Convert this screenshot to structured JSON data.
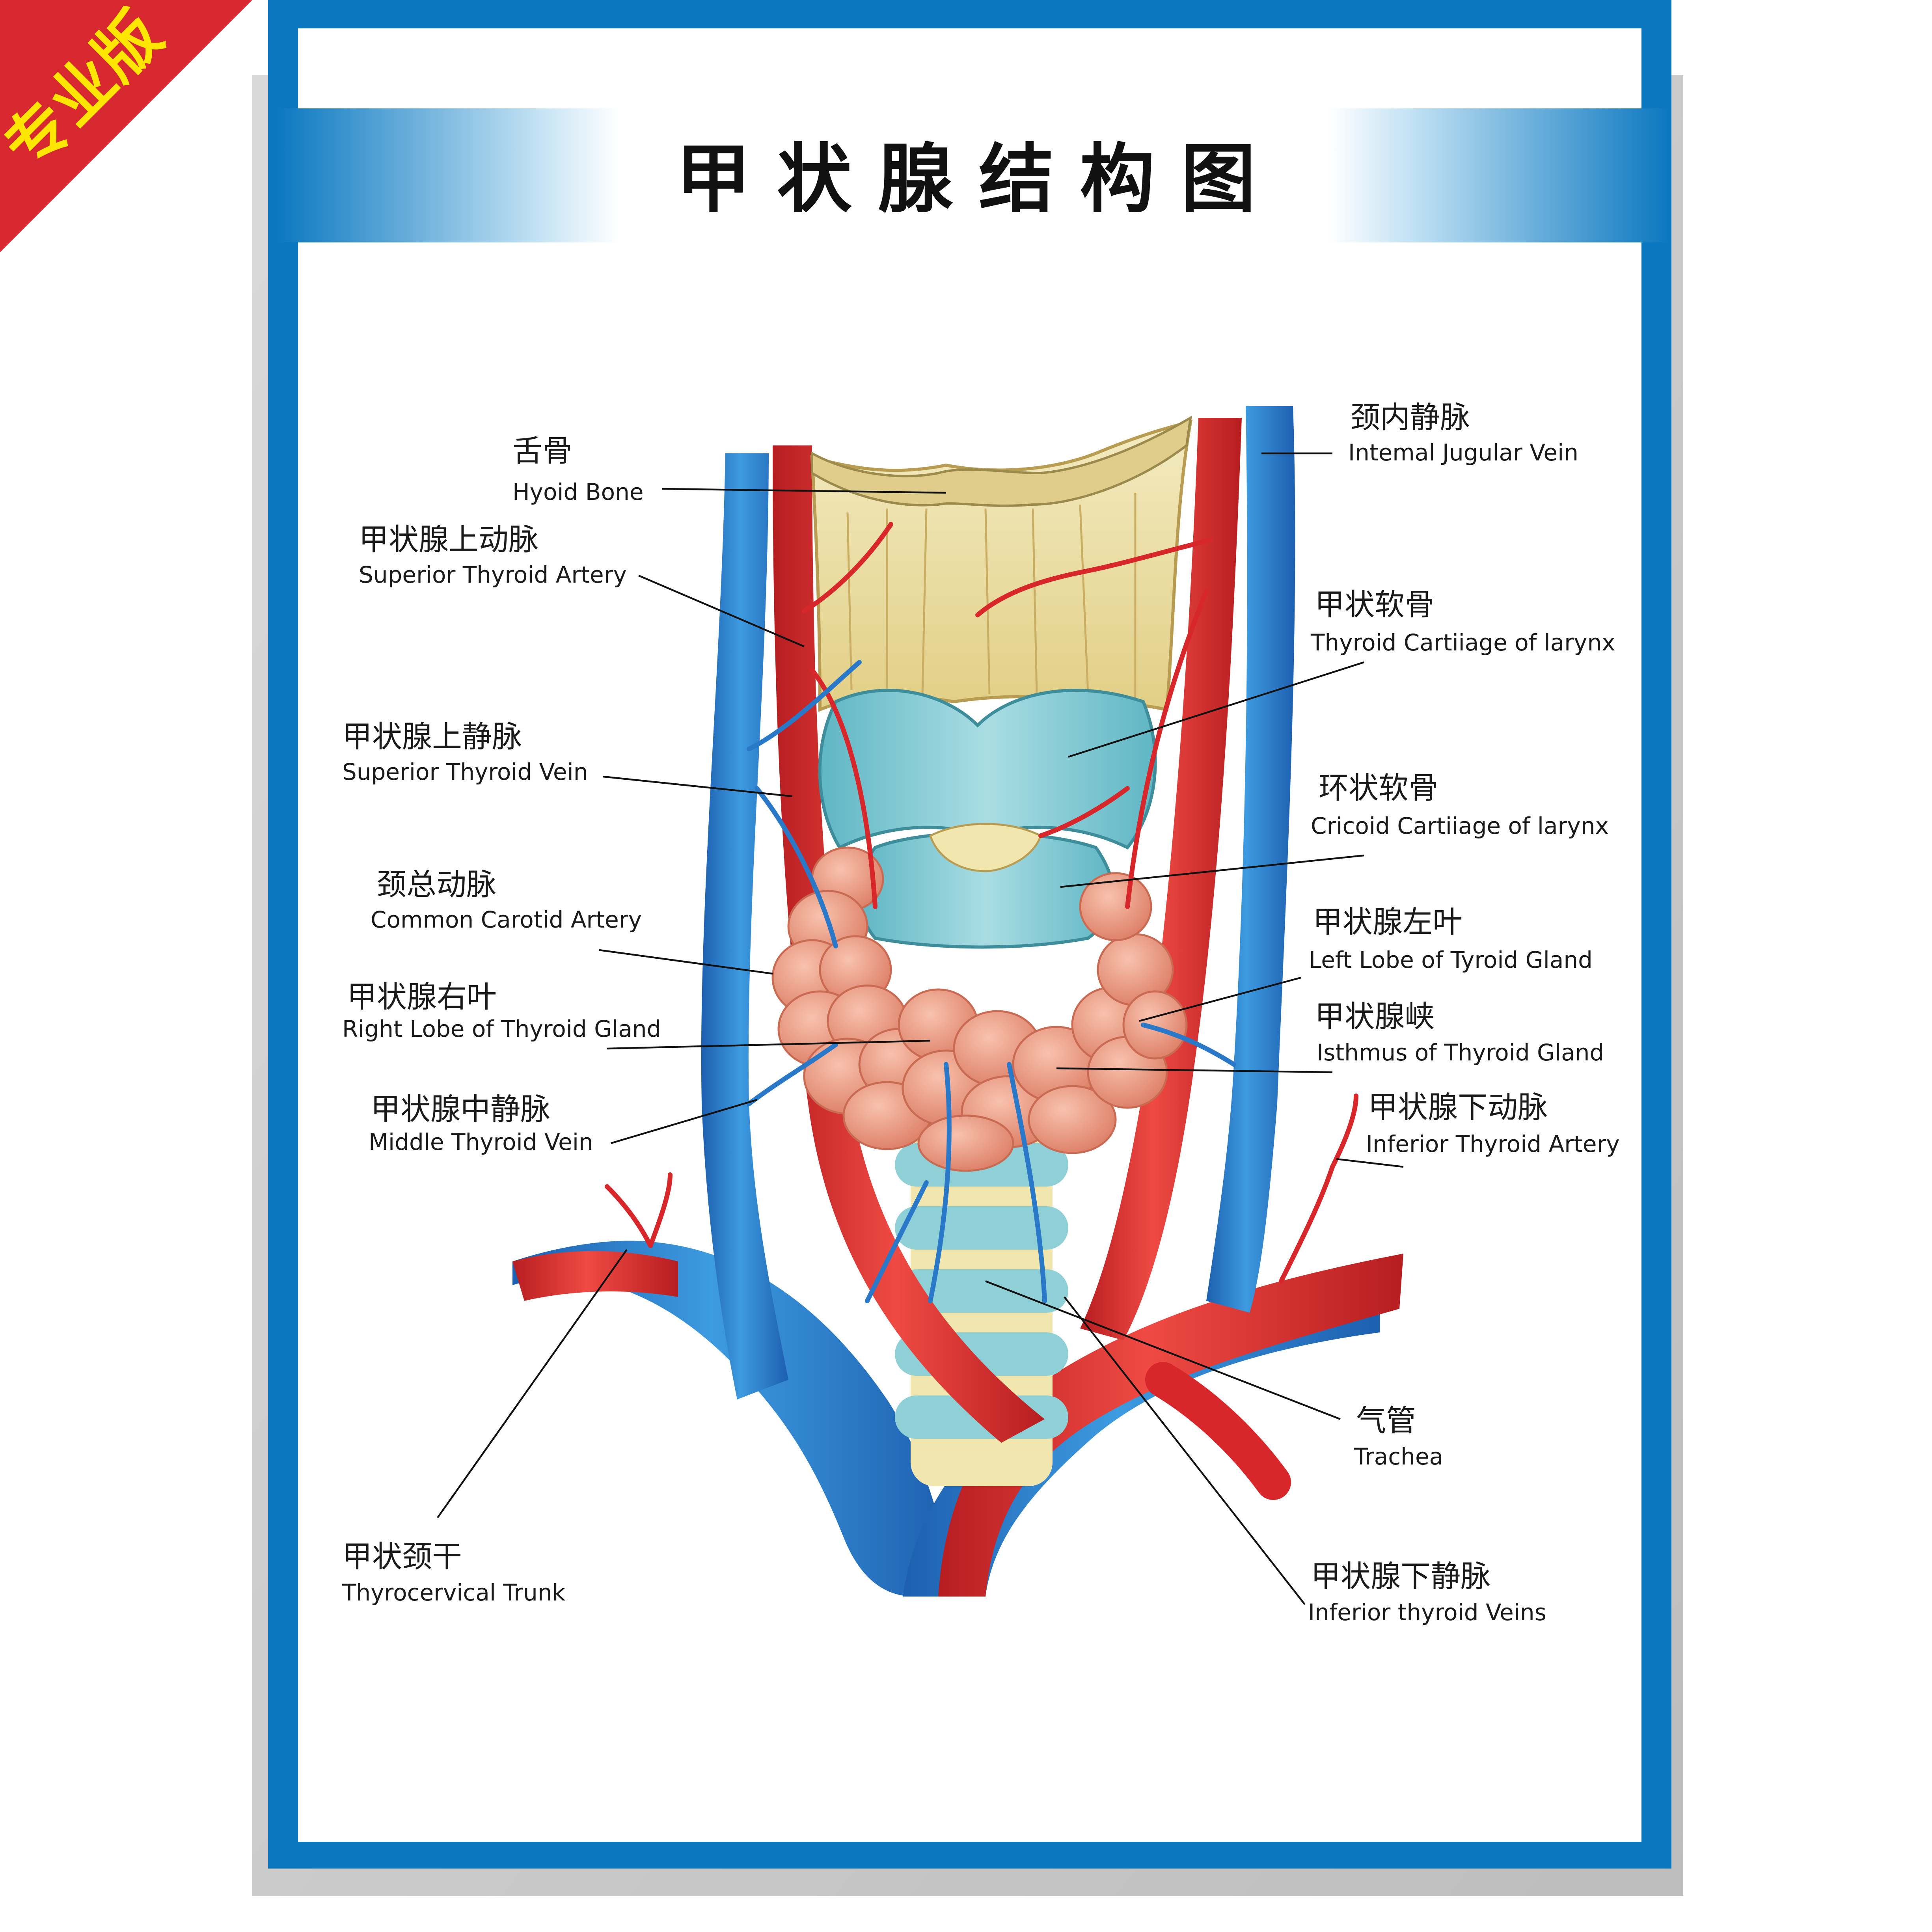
{
  "badge": {
    "text": "专业版",
    "color": "#d7282f",
    "text_color": "#ffe600"
  },
  "title": "甲 状 腺 结 构 图",
  "colors": {
    "frame_blue": "#0a77bf",
    "artery": "#d8272a",
    "vein": "#2a78c8",
    "cartilage": "#8fcfd6",
    "thyroid": "#ee9f86",
    "hyoid": "#e9dca2"
  },
  "labels": {
    "hyoid": {
      "cn": "舌骨",
      "en": "Hyoid Bone"
    },
    "sup_artery": {
      "cn": "甲状腺上动脉",
      "en": "Superior Thyroid Artery"
    },
    "sup_vein": {
      "cn": "甲状腺上静脉",
      "en": "Superior Thyroid Vein"
    },
    "carotid": {
      "cn": "颈总动脉",
      "en": "Common Carotid Artery"
    },
    "right_lobe": {
      "cn": "甲状腺右叶",
      "en": "Right Lobe of Thyroid Gland"
    },
    "mid_vein": {
      "cn": "甲状腺中静脉",
      "en": "Middle Thyroid Vein"
    },
    "trunk": {
      "cn": "甲状颈干",
      "en": "Thyrocervical Trunk"
    },
    "jugular": {
      "cn": "颈内静脉",
      "en": "Intemal Jugular Vein"
    },
    "thyroid_cart": {
      "cn": "甲状软骨",
      "en": "Thyroid Cartiiage of larynx"
    },
    "cricoid": {
      "cn": "环状软骨",
      "en": "Cricoid Cartiiage of larynx"
    },
    "left_lobe": {
      "cn": "甲状腺左叶",
      "en": "Left Lobe of Tyroid Gland"
    },
    "isthmus": {
      "cn": "甲状腺峡",
      "en": "Isthmus of Thyroid Gland"
    },
    "inf_artery": {
      "cn": "甲状腺下动脉",
      "en": "Inferior Thyroid Artery"
    },
    "trachea": {
      "cn": "气管",
      "en": "Trachea"
    },
    "inf_veins": {
      "cn": "甲状腺下静脉",
      "en": "Inferior thyroid Veins"
    }
  }
}
